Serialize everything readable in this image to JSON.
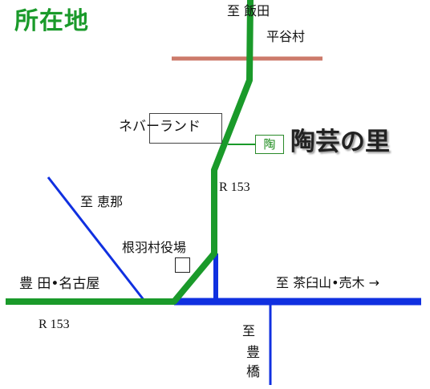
{
  "title": "所在地",
  "labels": {
    "to_iida": "至 飯田",
    "hiraya": "平谷村",
    "neba_land": "ネバーランド",
    "tou_badge": "陶",
    "tougei_no_sato": "陶芸の里",
    "route_north": "R 153",
    "to_ena": "至 恵那",
    "nebamura_yakuba": "根羽村役場",
    "toyota_nagoya": "豊 田•名古屋",
    "to_chausu": "至 茶臼山•売木 →",
    "route_south": "R 153",
    "to_v": "至",
    "toyohashi": "豊橋"
  },
  "colors": {
    "title": "#1a9a2a",
    "route_153": "#1a9a2a",
    "secondary_road": "#1030e0",
    "pref_border": "#cc7a6a",
    "text": "#111111"
  }
}
